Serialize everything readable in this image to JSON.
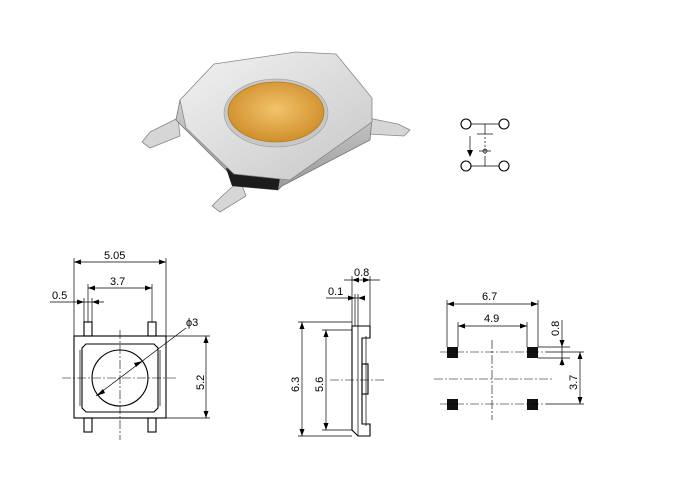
{
  "top_view": {
    "overall_width": "5.05",
    "pin_pitch": "3.7",
    "pin_width": "0.5",
    "button_diameter": "ϕ3",
    "body_height": "5.2"
  },
  "side_view": {
    "thickness": "0.8",
    "offset": "0.1",
    "overall_height": "6.3",
    "body_height": "5.6"
  },
  "footprint": {
    "outer_width": "6.7",
    "inner_width": "4.9",
    "pad_size": "0.8",
    "pad_pitch": "3.7"
  },
  "colors": {
    "metal": "#d9d9d9",
    "button": "#e2a64a",
    "pad": "#111111"
  }
}
